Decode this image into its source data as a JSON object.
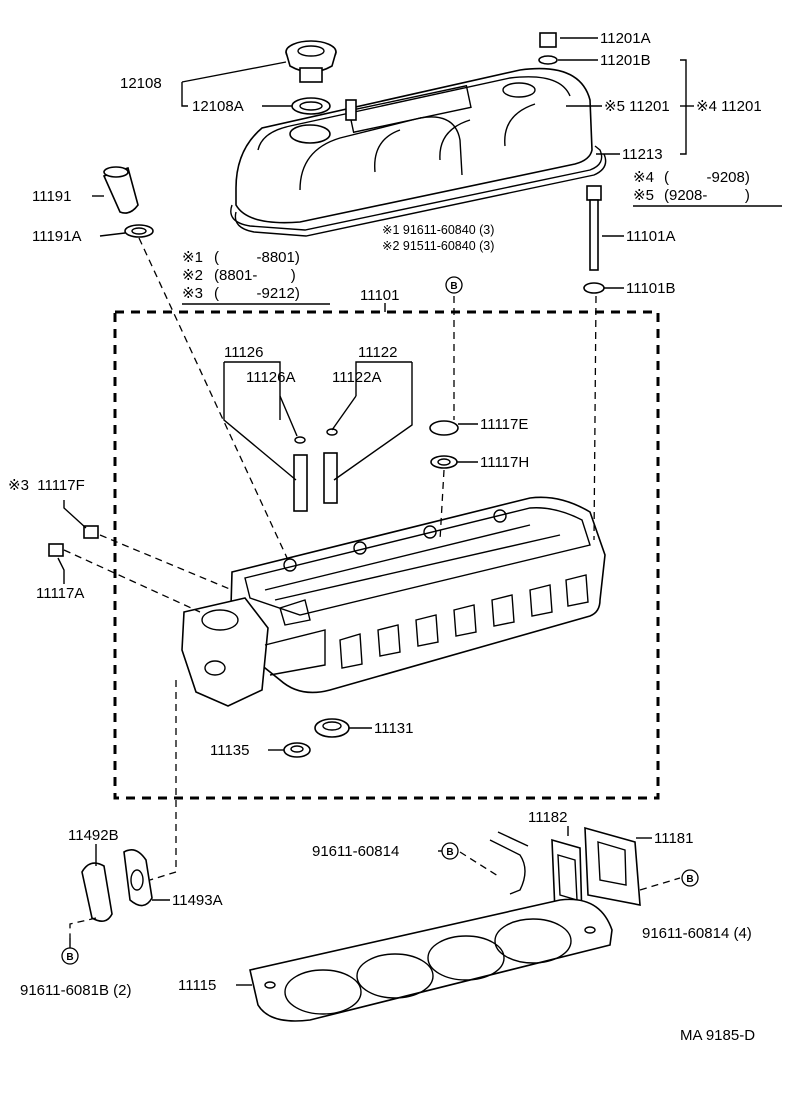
{
  "labels": {
    "p12108": "12108",
    "p12108A": "12108A",
    "p11201A": "11201A",
    "p11201B": "11201B",
    "p11201_5": "※5 11201",
    "p11201_4": "※4 11201",
    "p11213": "11213",
    "p11191": "11191",
    "p11191A": "11191A",
    "p11101A": "11101A",
    "p11101B": "11101B",
    "p11101": "11101",
    "p11126": "11126",
    "p11126A": "11126A",
    "p11122": "11122",
    "p11122A": "11122A",
    "p11117E": "11117E",
    "p11117H": "11117H",
    "p11117F": "※3  11117F",
    "p11117A": "11117A",
    "p11131": "11131",
    "p11135": "11135",
    "p11182": "11182",
    "p11181": "11181",
    "p11492B": "11492B",
    "p11493A": "11493A",
    "p11115": "11115",
    "bolt_left_top": "91611-60814",
    "bolt_right": "91611-60814 (4)",
    "bolt_left_bottom": "91611-6081B (2)",
    "bolt_center_1": "※1 91611-60840 (3)",
    "bolt_center_2": "※2 91511-60840 (3)",
    "bolt_symbol": "B",
    "footer": "MA 9185-D"
  },
  "notes_left": [
    {
      "mark": "※1",
      "range": "(         -8801)"
    },
    {
      "mark": "※2",
      "range": "(8801-        )"
    },
    {
      "mark": "※3",
      "range": "(         -9212)"
    }
  ],
  "notes_right": [
    {
      "mark": "※4",
      "range": "(         -9208)"
    },
    {
      "mark": "※5",
      "range": "(9208-         )"
    }
  ]
}
